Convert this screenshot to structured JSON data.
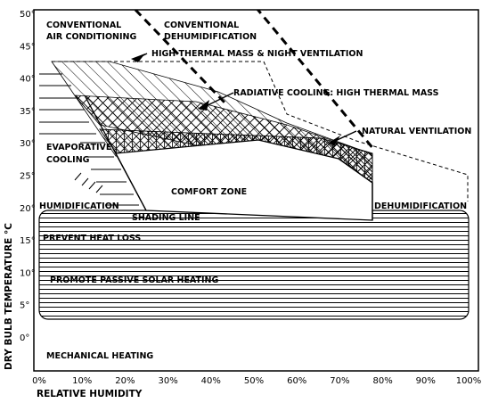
{
  "chart_data": {
    "type": "psychrometric-bioclimatic-diagram",
    "xlabel": "RELATIVE HUMIDITY",
    "ylabel": "DRY BULB TEMPERATURE °C",
    "x_ticks": [
      "0%",
      "10%",
      "20%",
      "30%",
      "40%",
      "50%",
      "60%",
      "70%",
      "80%",
      "90%",
      "100%"
    ],
    "y_ticks": [
      "0°",
      "5°",
      "10°",
      "15°",
      "20°",
      "25°",
      "30°",
      "35°",
      "40°",
      "45°",
      "50°"
    ],
    "xlim": [
      0,
      100
    ],
    "ylim": [
      -3,
      50
    ],
    "zones": {
      "conv_ac_1": "CONVENTIONAL",
      "conv_ac_2": "AIR CONDITIONING",
      "conv_dehum_1": "CONVENTIONAL",
      "conv_dehum_2": "DEHUMIDIFICATION",
      "high_mass_night": "HIGH THERMAL MASS & NIGHT VENTILATION",
      "radiative": "RADIATIVE COOLING: HIGH THERMAL MASS",
      "natural_vent": "NATURAL VENTILATION",
      "evap_1": "EVAPORATIVE",
      "evap_2": "COOLING",
      "comfort": "COMFORT ZONE",
      "humid": "HUMIDIFICATION",
      "shading": "SHADING LINE",
      "dehum": "DEHUMIDIFICATION",
      "heat_loss": "PREVENT HEAT LOSS",
      "passive_solar": "PROMOTE PASSIVE SOLAR HEATING",
      "mech_heat": "MECHANICAL HEATING"
    }
  }
}
